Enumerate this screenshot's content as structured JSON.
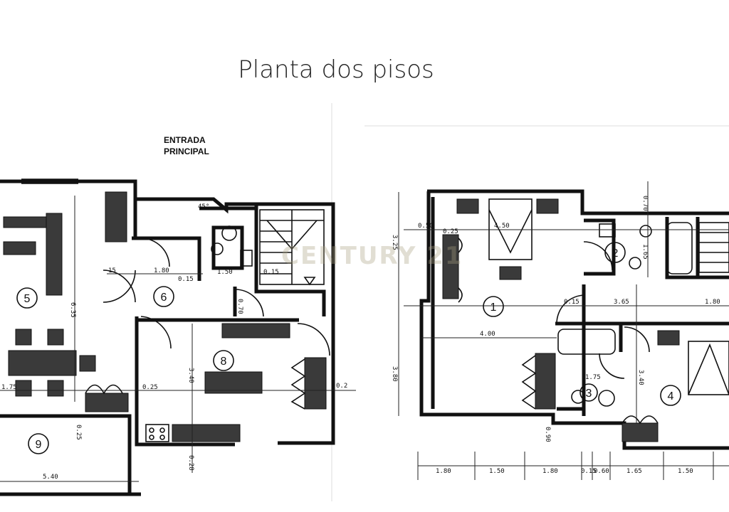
{
  "title": "Planta dos pisos",
  "watermark": "CENTURY 21",
  "left_plan": {
    "entrance_line1": "ENTRADA",
    "entrance_line2": "PRINCIPAL",
    "rooms": [
      "5",
      "6",
      "8",
      "9"
    ],
    "dims": {
      "d_6_35": "6.35",
      "d_1_80": "1.80",
      "d_0_15a": "0.15",
      "d_15": "15",
      "d_0_15b": "0.15",
      "d_1_50": "1.50",
      "d_45": "45°",
      "d_3_40": "3.40",
      "d_0_25": "0.25",
      "d_0_70": "0.70",
      "d_0_28": "0.28",
      "d_5_40": "5.40",
      "d_0_25b": "0.25",
      "d_1_75": "1.75",
      "d_0_2": "0.2"
    }
  },
  "right_plan": {
    "rooms": [
      "1",
      "2",
      "3",
      "4"
    ],
    "dims": {
      "d_3_25": "3.25",
      "d_3_80": "3.80",
      "d_4_50": "4.50",
      "d_0_50": "0.50",
      "d_0_25": "0.25",
      "d_4_00": "4.00",
      "d_0_15": "0.15",
      "d_3_65": "3.65",
      "d_1_80": "1.80",
      "d_0_70": "0.70",
      "d_1_65": "1.65",
      "d_3_40": "3.40",
      "d_0_90": "0.90",
      "d_1_75": "1.75",
      "bottom": [
        "1.80",
        "1.50",
        "1.80",
        "0.15",
        "0.60",
        "1.65",
        "1.50"
      ]
    }
  }
}
